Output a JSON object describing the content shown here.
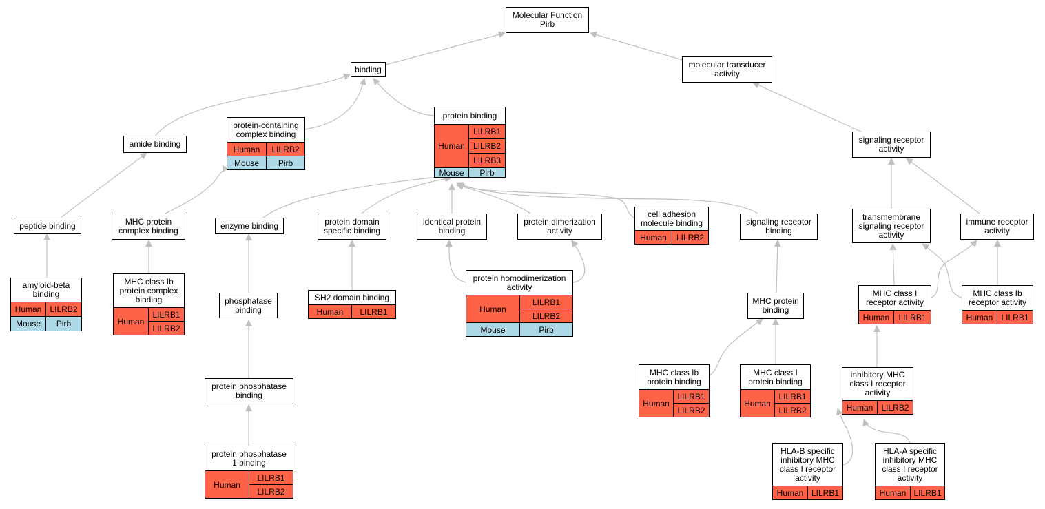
{
  "colors": {
    "human": "#ff6347",
    "mouse": "#add8e6",
    "edge": "#c0c0c0",
    "border": "#000000"
  },
  "nodes": [
    {
      "id": "mf",
      "lines": [
        "Molecular Function",
        "Pirb"
      ]
    },
    {
      "id": "binding",
      "lines": [
        "binding"
      ]
    },
    {
      "id": "mta",
      "lines": [
        "molecular transducer",
        "activity"
      ]
    },
    {
      "id": "amide",
      "lines": [
        "amide binding"
      ]
    },
    {
      "id": "pccb",
      "lines": [
        "protein-containing",
        "complex binding"
      ],
      "species": [
        {
          "name": "Human",
          "genes": [
            "LILRB2"
          ]
        },
        {
          "name": "Mouse",
          "genes": [
            "Pirb"
          ]
        }
      ]
    },
    {
      "id": "pb",
      "lines": [
        "protein binding"
      ],
      "species": [
        {
          "name": "Human",
          "genes": [
            "LILRB1",
            "LILRB2",
            "LILRB3"
          ]
        },
        {
          "name": "Mouse",
          "genes": [
            "Pirb"
          ]
        }
      ]
    },
    {
      "id": "sra",
      "lines": [
        "signaling receptor",
        "activity"
      ]
    },
    {
      "id": "pep",
      "lines": [
        "peptide binding"
      ]
    },
    {
      "id": "mhcpcb",
      "lines": [
        "MHC protein",
        "complex binding"
      ]
    },
    {
      "id": "enz",
      "lines": [
        "enzyme binding"
      ]
    },
    {
      "id": "pdsb",
      "lines": [
        "protein domain",
        "specific binding"
      ]
    },
    {
      "id": "ipb",
      "lines": [
        "identical protein",
        "binding"
      ]
    },
    {
      "id": "pda",
      "lines": [
        "protein dimerization",
        "activity"
      ]
    },
    {
      "id": "camb",
      "lines": [
        "cell adhesion",
        "molecule binding"
      ],
      "species": [
        {
          "name": "Human",
          "genes": [
            "LILRB2"
          ]
        }
      ]
    },
    {
      "id": "srb",
      "lines": [
        "signaling receptor",
        "binding"
      ]
    },
    {
      "id": "tsra",
      "lines": [
        "transmembrane",
        "signaling receptor",
        "activity"
      ]
    },
    {
      "id": "ira",
      "lines": [
        "immune receptor",
        "activity"
      ]
    },
    {
      "id": "abb",
      "lines": [
        "amyloid-beta",
        "binding"
      ],
      "species": [
        {
          "name": "Human",
          "genes": [
            "LILRB2"
          ]
        },
        {
          "name": "Mouse",
          "genes": [
            "Pirb"
          ]
        }
      ]
    },
    {
      "id": "mhc1bpcb",
      "lines": [
        "MHC class Ib",
        "protein complex",
        "binding"
      ],
      "species": [
        {
          "name": "Human",
          "genes": [
            "LILRB1",
            "LILRB2"
          ]
        }
      ]
    },
    {
      "id": "phb",
      "lines": [
        "phosphatase",
        "binding"
      ]
    },
    {
      "id": "sh2",
      "lines": [
        "SH2 domain binding"
      ],
      "species": [
        {
          "name": "Human",
          "genes": [
            "LILRB1"
          ]
        }
      ]
    },
    {
      "id": "phda",
      "lines": [
        "protein homodimerization",
        "activity"
      ],
      "species": [
        {
          "name": "Human",
          "genes": [
            "LILRB1",
            "LILRB2"
          ]
        },
        {
          "name": "Mouse",
          "genes": [
            "Pirb"
          ]
        }
      ]
    },
    {
      "id": "mhcpb",
      "lines": [
        "MHC protein",
        "binding"
      ]
    },
    {
      "id": "mhc1ra",
      "lines": [
        "MHC class I",
        "receptor activity"
      ],
      "species": [
        {
          "name": "Human",
          "genes": [
            "LILRB1"
          ]
        }
      ]
    },
    {
      "id": "mhc1bra",
      "lines": [
        "MHC class Ib",
        "receptor activity"
      ],
      "species": [
        {
          "name": "Human",
          "genes": [
            "LILRB1"
          ]
        }
      ]
    },
    {
      "id": "ppb",
      "lines": [
        "protein phosphatase",
        "binding"
      ]
    },
    {
      "id": "mhc1bpb",
      "lines": [
        "MHC class Ib",
        "protein binding"
      ],
      "species": [
        {
          "name": "Human",
          "genes": [
            "LILRB1",
            "LILRB2"
          ]
        }
      ]
    },
    {
      "id": "mhc1pb",
      "lines": [
        "MHC class I",
        "protein binding"
      ],
      "species": [
        {
          "name": "Human",
          "genes": [
            "LILRB1",
            "LILRB2"
          ]
        }
      ]
    },
    {
      "id": "imhc1ra",
      "lines": [
        "inhibitory MHC",
        "class I receptor",
        "activity"
      ],
      "species": [
        {
          "name": "Human",
          "genes": [
            "LILRB2"
          ]
        }
      ]
    },
    {
      "id": "pp1b",
      "lines": [
        "protein phosphatase",
        "1 binding"
      ],
      "species": [
        {
          "name": "Human",
          "genes": [
            "LILRB1",
            "LILRB2"
          ]
        }
      ]
    },
    {
      "id": "hlab",
      "lines": [
        "HLA-B specific",
        "inhibitory MHC",
        "class I receptor",
        "activity"
      ],
      "species": [
        {
          "name": "Human",
          "genes": [
            "LILRB1"
          ]
        }
      ]
    },
    {
      "id": "hlaa",
      "lines": [
        "HLA-A specific",
        "inhibitory MHC",
        "class I receptor",
        "activity"
      ],
      "species": [
        {
          "name": "Human",
          "genes": [
            "LILRB1"
          ]
        }
      ]
    }
  ]
}
